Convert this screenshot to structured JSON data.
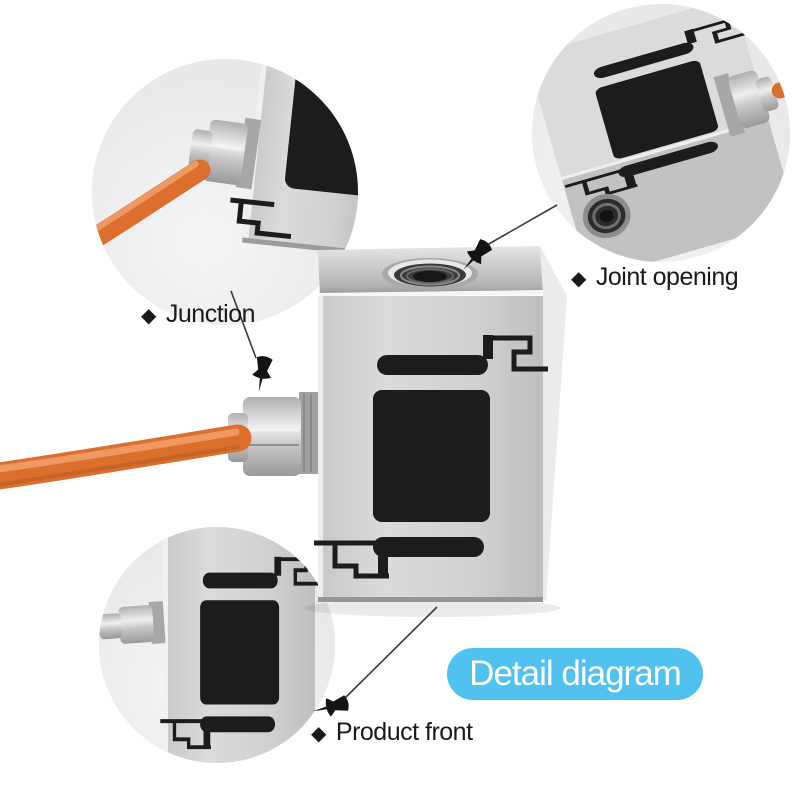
{
  "page": {
    "title": "Detail diagram",
    "background": "#ffffff"
  },
  "labels": {
    "junction": {
      "marker": "◆",
      "text": "Junction"
    },
    "joint_opening": {
      "marker": "◆",
      "text": "Joint opening"
    },
    "product_front": {
      "marker": "◆",
      "text": "Product front"
    }
  },
  "badge": {
    "text": "Detail diagram"
  },
  "icons": {
    "bullet": "diamond-icon",
    "callout_pin": "pushpin-icon"
  },
  "colors": {
    "accent_blue": "#4fc2ef",
    "badge_text": "#ffffff",
    "cable_orange": "#dd6f2e",
    "groove_black": "#1c1c1c",
    "label_text": "#1a1a1a",
    "callout_line": "#3a3a3a",
    "circle_background": "#eae8e9",
    "pin_black": "#141414"
  }
}
